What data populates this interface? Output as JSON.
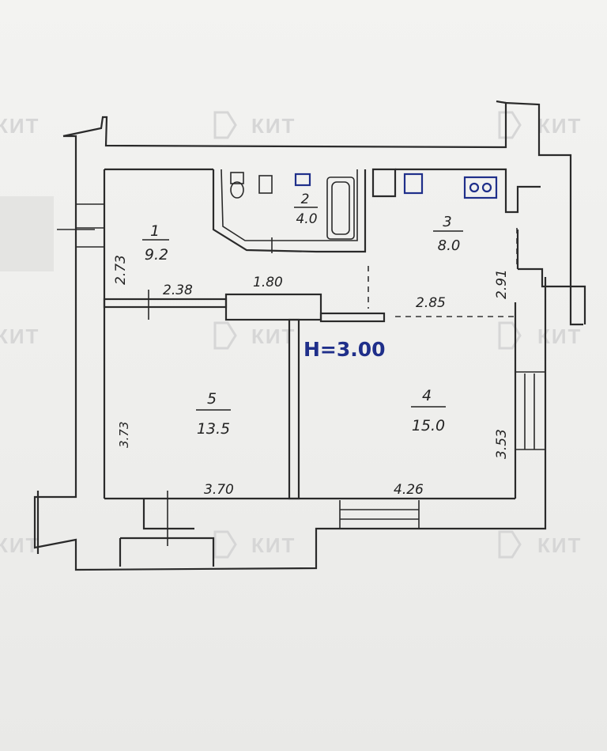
{
  "plan": {
    "height_label": "H=3.00",
    "rooms": [
      {
        "number": "1",
        "area": "9.2"
      },
      {
        "number": "2",
        "area": "4.0"
      },
      {
        "number": "3",
        "area": "8.0"
      },
      {
        "number": "4",
        "area": "15.0"
      },
      {
        "number": "5",
        "area": "13.5"
      }
    ],
    "dimensions": {
      "d_2_73": "2.73",
      "d_2_38": "2.38",
      "d_1_80": "1.80",
      "d_2_91": "2.91",
      "d_2_85": "2.85",
      "d_3_73": "3.73",
      "d_3_53": "3.53",
      "d_3_70": "3.70",
      "d_4_26": "4.26"
    }
  },
  "watermark": {
    "text": "КИТ"
  },
  "colors": {
    "ink": "#2a2a2a",
    "blue_ink": "#1f2f8a",
    "paper": "#f1f1ef",
    "watermark": "#d6d6d6"
  }
}
